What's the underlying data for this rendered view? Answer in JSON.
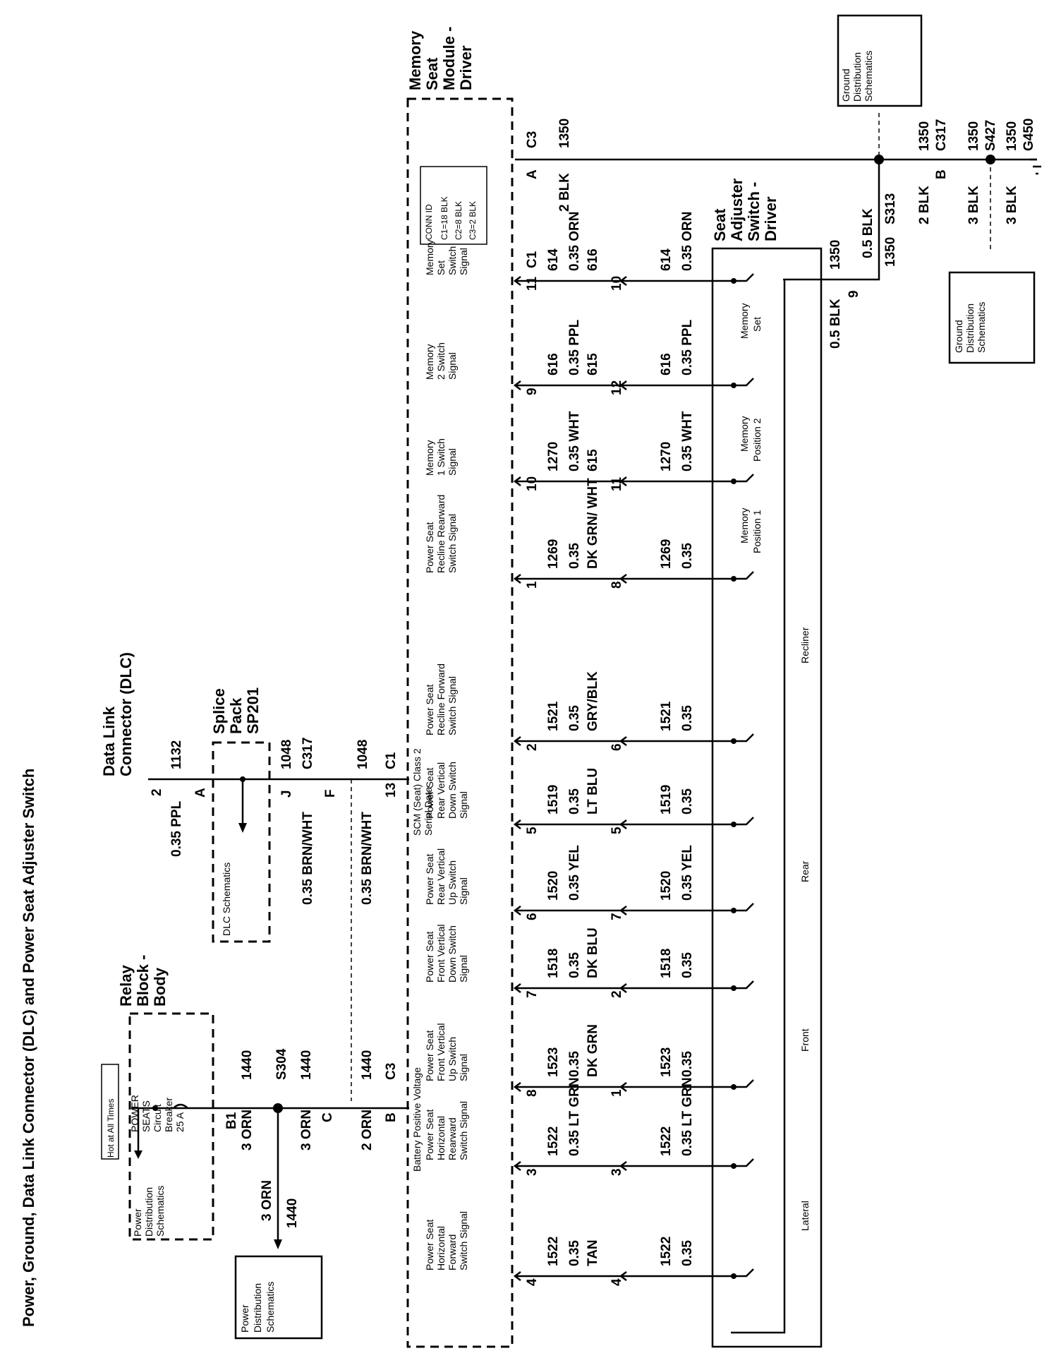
{
  "title": "Power, Ground, Data Link Connector (DLC) and Power Seat Adjuster Switch",
  "modules": {
    "memory_module": "Memory Seat Module - Driver",
    "seat_switch": "Seat Adjuster Switch - Driver",
    "relay_block": "Relay Block - Body",
    "dlc": "Data Link Connector (DLC)",
    "splice_pack": "Splice Pack SP201"
  },
  "labels": {
    "hot_at_all_times": "Hot at All Times",
    "breaker_1": "POWER",
    "breaker_2": "SEATS",
    "breaker_3": "Circuit",
    "breaker_4": "Breaker",
    "breaker_5": "25 A",
    "power_dist_1": "Power",
    "power_dist_2": "Distribution",
    "power_dist_3": "Schematics",
    "ground_dist_1": "Ground",
    "ground_dist_2": "Distribution",
    "ground_dist_3": "Schematics",
    "dlc_schematics": "DLC Schematics",
    "battery_positive": "Battery Positive Voltage",
    "scm_1": "SCM (Seat) Class 2",
    "scm_2": "Serial Data",
    "conn_id": "CONN ID",
    "conn_c1": "C1=18 BLK",
    "conn_c2": "C2=8 BLK",
    "conn_c3": "C3=2 BLK",
    "mem_set_1": "Memory",
    "mem_set_2": "Set",
    "mem_pos2_1": "Memory",
    "mem_pos2_2": "Position 2",
    "mem_pos1_1": "Memory",
    "mem_pos1_2": "Position 1",
    "lateral": "Lateral",
    "front": "Front",
    "rear": "Rear",
    "recliner": "Recliner"
  },
  "power_circuit": {
    "b1": "B1",
    "c1440_a": "1440",
    "orn3_a": "3 ORN",
    "s304": "S304",
    "orn3_b": "3 ORN",
    "c1440_b": "1440",
    "orn3_c": "3 ORN",
    "c1440_c": "1440",
    "c": "C",
    "orn2": "2 ORN",
    "c1440_d": "1440",
    "b": "B",
    "c3": "C3"
  },
  "data_circuit": {
    "pin2": "2",
    "ppl": "0.35 PPL",
    "c1132": "1132",
    "a": "A",
    "j": "J",
    "c1048_a": "1048",
    "brn_a": "0.35 BRN/WHT",
    "c317": "C317",
    "f": "F",
    "c1048_b": "1048",
    "brn_b": "0.35 BRN/WHT",
    "p13": "13",
    "c1": "C1"
  },
  "ground_circuit": {
    "c3": "C3",
    "a": "A",
    "c1350_a": "1350",
    "blk2_a": "2 BLK",
    "c1350_b": "1350",
    "c317": "C317",
    "b": "B",
    "blk2_b": "2 BLK",
    "c1350_c": "1350",
    "s427": "S427",
    "blk3_a": "3 BLK",
    "c1350_d": "1350",
    "g450": "G450",
    "blk3_b": "3 BLK",
    "s313": "S313",
    "blk05_a": "0.5 BLK",
    "c1350_e": "1350",
    "c1350_f": "1350",
    "blk05_b": "0.5 BLK",
    "p9": "9"
  },
  "conn_c1": "C1",
  "signals": [
    {
      "n1": "Power Seat",
      "n2": "Horizontal",
      "n3": "Forward",
      "n4": "Switch Signal",
      "pin_m": "4",
      "pin_s": "4",
      "circuit": "1522",
      "color1": "0.35",
      "color2": "TAN"
    },
    {
      "n1": "Power Seat",
      "n2": "Horizontal",
      "n3": "Rearward",
      "n4": "Switch Signal",
      "pin_m": "3",
      "pin_s": "3",
      "circuit": "1522",
      "color1": "0.35 LT GRN",
      "color2": ""
    },
    {
      "n1": "Power Seat",
      "n2": "Front Vertical",
      "n3": "Up Switch",
      "n4": "Signal",
      "pin_m": "8",
      "pin_s": "1",
      "circuit": "1523",
      "color1": "0.35",
      "color2": "DK GRN"
    },
    {
      "n1": "Power Seat",
      "n2": "Front Vertical",
      "n3": "Down Switch",
      "n4": "Signal",
      "pin_m": "7",
      "pin_s": "2",
      "circuit": "1518",
      "color1": "0.35",
      "color2": "DK BLU"
    },
    {
      "n1": "Power Seat",
      "n2": "Rear Vertical",
      "n3": "Up Switch",
      "n4": "Signal",
      "pin_m": "6",
      "pin_s": "7",
      "circuit": "1520",
      "color1": "0.35 YEL",
      "color2": ""
    },
    {
      "n1": "Power Seat",
      "n2": "Rear Vertical",
      "n3": "Down Switch",
      "n4": "Signal",
      "pin_m": "5",
      "pin_s": "5",
      "circuit": "1519",
      "color1": "0.35",
      "color2": "LT BLU"
    },
    {
      "n1": "Power Seat",
      "n2": "Recline Forward",
      "n3": "Switch Signal",
      "n4": "",
      "pin_m": "2",
      "pin_s": "6",
      "circuit": "1521",
      "color1": "0.35",
      "color2": "GRY/BLK"
    },
    {
      "n1": "Power Seat",
      "n2": "Recline Rearward",
      "n3": "Switch Signal",
      "n4": "",
      "pin_m": "1",
      "pin_s": "8",
      "circuit": "1269",
      "color1": "0.35",
      "color2": "DK GRN/ WHT"
    },
    {
      "n1": "Memory",
      "n2": "1 Switch",
      "n3": "Signal",
      "n4": "",
      "pin_m": "10",
      "pin_s": "11",
      "circuit": "1270",
      "color1": "0.35 WHT",
      "color2": "615"
    },
    {
      "n1": "Memory",
      "n2": "2 Switch",
      "n3": "Signal",
      "n4": "",
      "pin_m": "9",
      "pin_s": "12",
      "circuit": "616",
      "color1": "0.35 PPL",
      "color2": "615"
    },
    {
      "n1": "Memory",
      "n2": "Set",
      "n3": "Switch",
      "n4": "Signal",
      "pin_m": "11",
      "pin_s": "10",
      "circuit": "614",
      "color1": "0.35 ORN",
      "color2": "616"
    }
  ]
}
